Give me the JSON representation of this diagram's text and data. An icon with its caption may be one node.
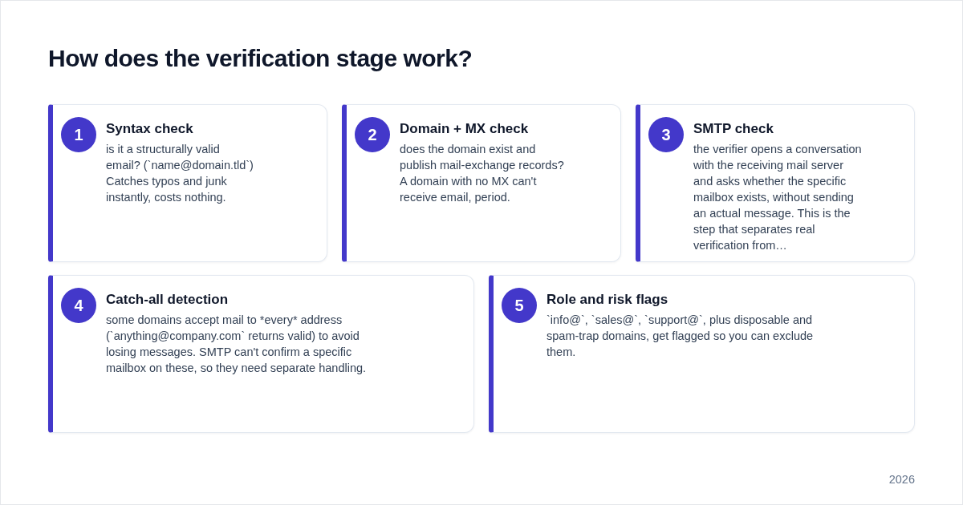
{
  "diagram": {
    "title": "How does the verification stage work?",
    "nodes": [
      {
        "text": [
          "Syntax check",
          "is it a structurally valid email? (`name@domain.tld`) Catches typos and junk instantly, costs nothing."
        ]
      },
      {
        "text": [
          "1"
        ],
        "in": 0
      },
      {
        "text": [
          "Domain + MX check",
          "does the domain exist and publish mail-exchange records? A domain with no MX can't receive email, period."
        ]
      },
      {
        "text": [
          "2"
        ],
        "in": 2
      },
      {
        "text": [
          "SMTP check",
          "the verifier opens a conversation with the receiving mail server and asks whether the specific mailbox exists, without sending an actual message. This is the step that separates real verification from…"
        ]
      },
      {
        "text": [
          "3"
        ],
        "in": 4
      },
      {
        "text": [
          "Catch-all detection",
          "some domains accept mail to *every* address (`anything@company.com` returns valid) to avoid losing messages. SMTP can't confirm a specific mailbox on these, so they need separate handling."
        ]
      },
      {
        "text": [
          "4"
        ],
        "in": 6
      },
      {
        "text": [
          "Role and risk flags",
          "`info@`, `sales@`, `support@`, plus disposable and spam-trap domains, get flagged so you can exclude them."
        ]
      },
      {
        "text": [
          "5"
        ],
        "in": 8
      }
    ],
    "labels": [
      "2026"
    ]
  }
}
